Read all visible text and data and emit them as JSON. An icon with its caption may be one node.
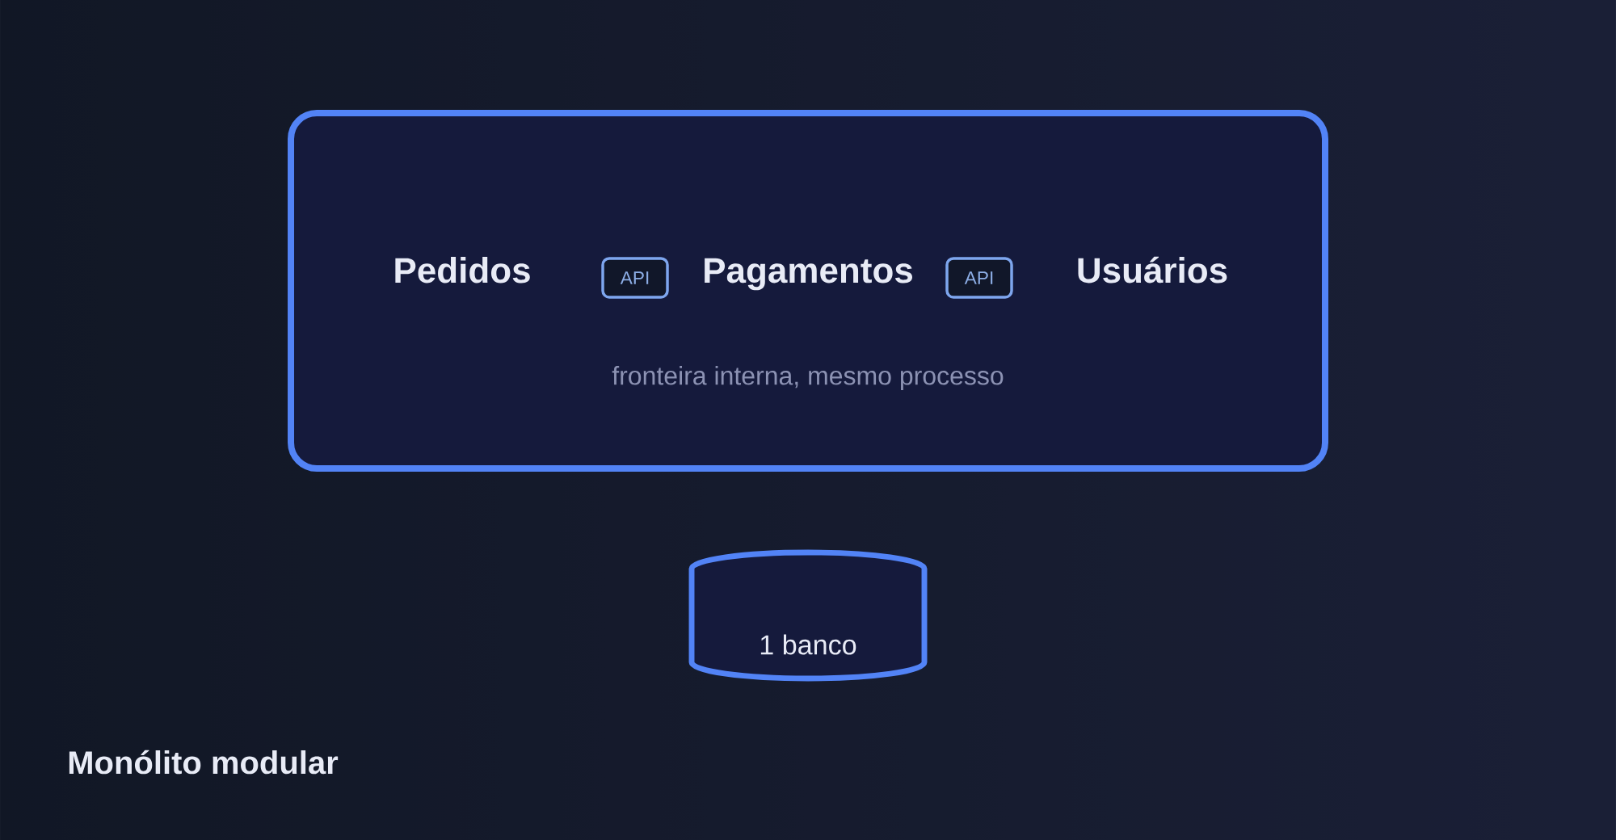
{
  "diagram": {
    "title": "Monólito modular",
    "nodes": [
      {
        "text": [
          "fronteira interna, mesmo processo"
        ]
      },
      {
        "text": [
          "API"
        ],
        "in": 0
      },
      {
        "text": [
          "API"
        ],
        "in": 0
      },
      {
        "text": [
          "1 banco"
        ]
      }
    ],
    "labels": [
      "Pedidos",
      "Pagamentos",
      "Usuários"
    ]
  }
}
